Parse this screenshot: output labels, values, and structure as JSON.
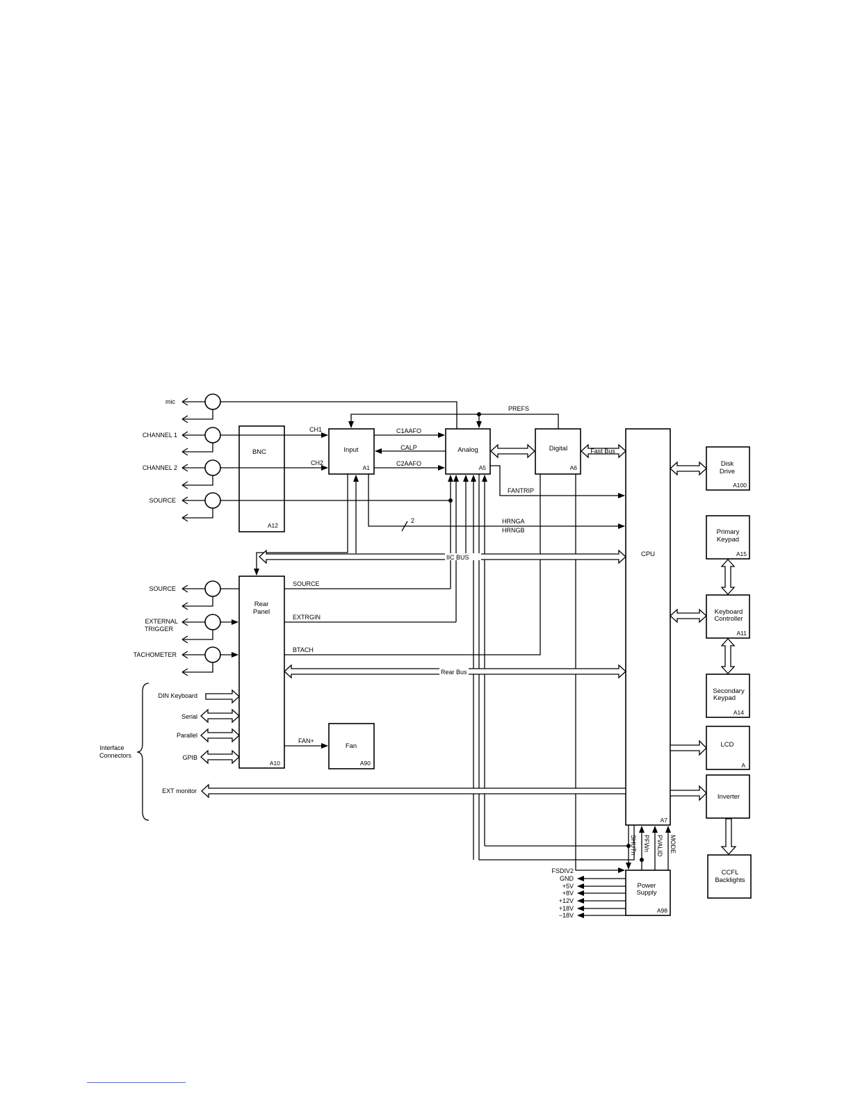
{
  "blocks": {
    "bnc": {
      "name": "BNC",
      "ref": "A12"
    },
    "input": {
      "name": "Input",
      "ref": "A1"
    },
    "analog": {
      "name": "Analog",
      "ref": "A5"
    },
    "digital": {
      "name": "Digital",
      "ref": "A6"
    },
    "cpu": {
      "name": "CPU",
      "ref": "A7"
    },
    "disk": {
      "name1": "Disk",
      "name2": "Drive",
      "ref": "A100"
    },
    "primary_keypad": {
      "name1": "Primary",
      "name2": "Keypad",
      "ref": "A15"
    },
    "keyboard_controller": {
      "name1": "Keyboard",
      "name2": "Controller",
      "ref": "A11"
    },
    "secondary_keypad": {
      "name1": "Secondary",
      "name2": "Keypad",
      "ref": "A14"
    },
    "lcd": {
      "name": "LCD",
      "ref": "A"
    },
    "inverter": {
      "name": "Inverter"
    },
    "ccfl": {
      "name1": "CCFL",
      "name2": "Backlights"
    },
    "rear_panel": {
      "name1": "Rear",
      "name2": "Panel",
      "ref": "A10"
    },
    "fan": {
      "name": "Fan",
      "ref": "A90"
    },
    "power_supply": {
      "name1": "Power",
      "name2": "Supply",
      "ref": "A98"
    }
  },
  "connectors": {
    "mic": "mic",
    "ch1": "CHANNEL 1",
    "ch2": "CHANNEL 2",
    "source_front": "SOURCE",
    "source_rear": "SOURCE",
    "ext_trigger_1": "EXTERNAL",
    "ext_trigger_2": "TRIGGER",
    "tachometer": "TACHOMETER"
  },
  "signals": {
    "prefs": "PREFS",
    "ch1": "CH1",
    "ch2": "CH2",
    "c1aafo": "C1AAFO",
    "calp": "CALP",
    "c2aafo": "C2AAFO",
    "fast_bus": "Fast Bus",
    "fantrip": "FANTRIP",
    "hrnga": "HRNGA",
    "hrngb": "HRNGB",
    "bus_width": "2",
    "iic_bus": "IIC BUS",
    "source": "SOURCE",
    "extrgin": "EXTRGIN",
    "btach": "BTACH",
    "rear_bus": "Rear Bus",
    "fan_plus": "FAN+",
    "shutn": "SHUTn",
    "pfwn": "PFWn",
    "pvalid": "PVALID",
    "mode": "MODE"
  },
  "interface": {
    "group_label_1": "Interface",
    "group_label_2": "Connectors",
    "din_keyboard": "DIN Keyboard",
    "serial": "Serial",
    "parallel": "Parallel",
    "gpib": "GPIB",
    "ext_monitor": "EXT monitor"
  },
  "power_outputs": {
    "fsdiv2": "FSDIV2",
    "gnd": "GND",
    "p5v": "+5V",
    "p8v": "+8V",
    "p12v": "+12V",
    "p18v": "+18V",
    "m18v": "−18V"
  }
}
